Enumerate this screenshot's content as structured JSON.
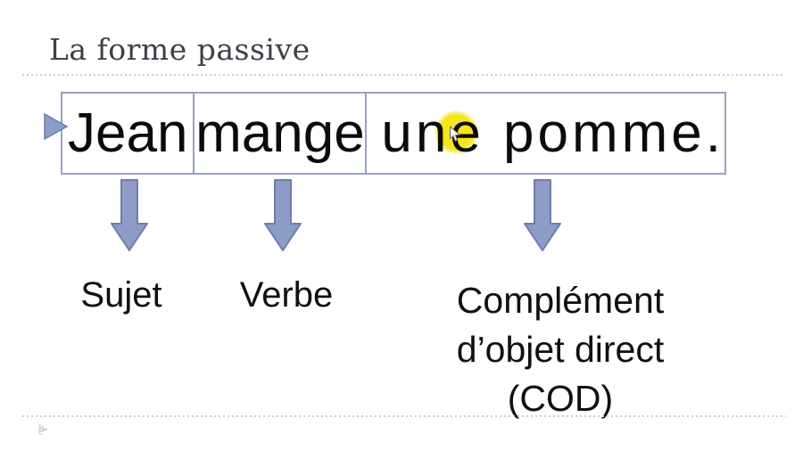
{
  "slide": {
    "title": "La forme passive",
    "sentence": {
      "full": "Jean mange une pomme.",
      "cell1": "Jean",
      "cell2": "mange",
      "cell3": "une pomme."
    },
    "labels": {
      "sujet": "Sujet",
      "verbe": "Verbe",
      "cod": [
        "Complément",
        "d’objet direct",
        "(COD)"
      ]
    },
    "colors": {
      "accent_arrow_fill": "#8d9bc7",
      "accent_arrow_stroke": "#6f7dab",
      "table_border": "#9aa2c2",
      "highlight_yellow": "#f4e51c",
      "title_text": "#3e4048",
      "body_text": "#0b0b0b",
      "dotted_rule": "#cdcdcd"
    }
  }
}
